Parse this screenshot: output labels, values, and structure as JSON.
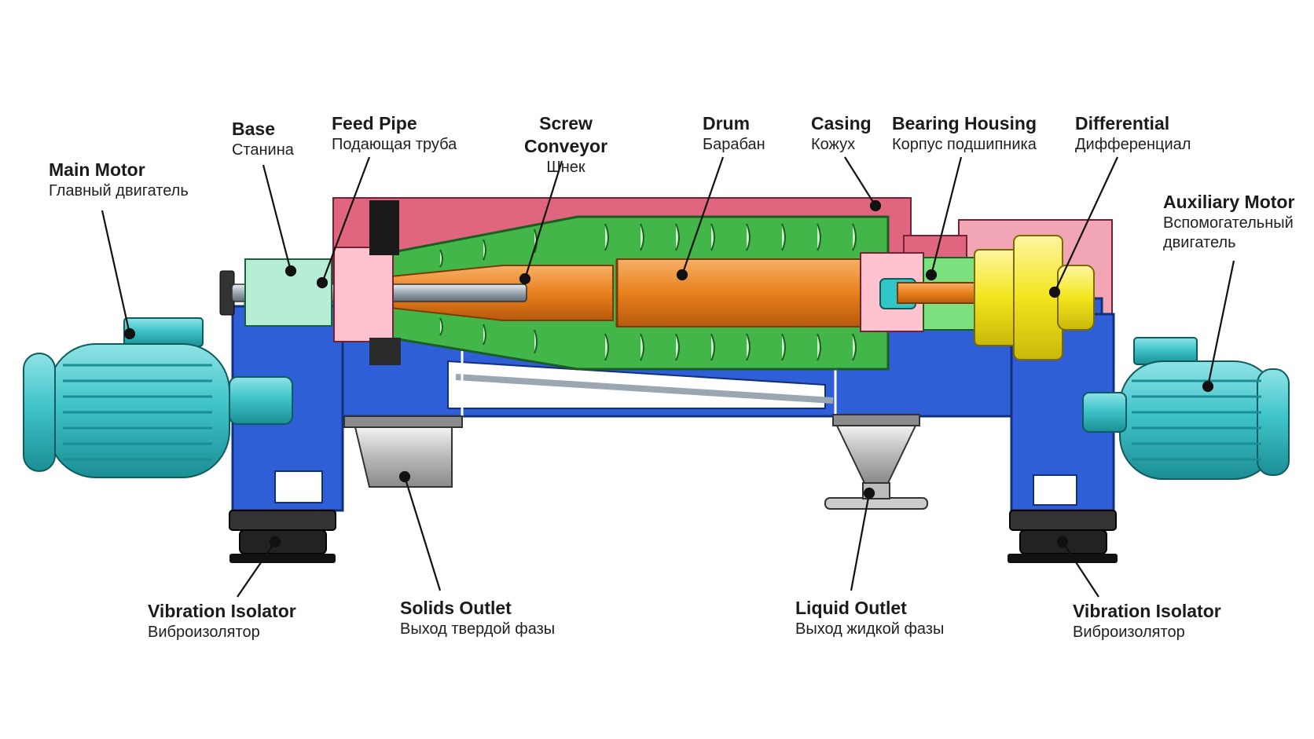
{
  "labels": {
    "main_motor": {
      "en": "Main Motor",
      "ru": "Главный двигатель"
    },
    "base": {
      "en": "Base",
      "ru": "Станина"
    },
    "feed_pipe": {
      "en": "Feed Pipe",
      "ru": "Подающая труба"
    },
    "screw_conveyor": {
      "en": "Screw Conveyor",
      "ru": "Шнек"
    },
    "drum": {
      "en": "Drum",
      "ru": "Барабан"
    },
    "casing": {
      "en": "Casing",
      "ru": "Кожух"
    },
    "bearing_housing": {
      "en": "Bearing Housing",
      "ru": "Корпус подшипника"
    },
    "differential": {
      "en": "Differential",
      "ru": "Дифференциал"
    },
    "auxiliary_motor": {
      "en": "Auxiliary Motor",
      "ru": "Вспомогательный двигатель"
    },
    "vibration_isolator_left": {
      "en": "Vibration Isolator",
      "ru": "Виброизолятор"
    },
    "solids_outlet": {
      "en": "Solids Outlet",
      "ru": "Выход твердой фазы"
    },
    "liquid_outlet": {
      "en": "Liquid Outlet",
      "ru": "Выход жидкой фазы"
    },
    "vibration_isolator_right": {
      "en": "Vibration Isolator",
      "ru": "Виброизолятор"
    }
  },
  "colors": {
    "motor": "#3fc4c9",
    "base_frame": "#2f5fd6",
    "casing": "#e0667f",
    "screw": "#43b649",
    "drum": "#e8801c",
    "differential": "#f2e51c",
    "isolator": "#222222",
    "outlet": "#b5b5b5",
    "leader": "#111111"
  }
}
